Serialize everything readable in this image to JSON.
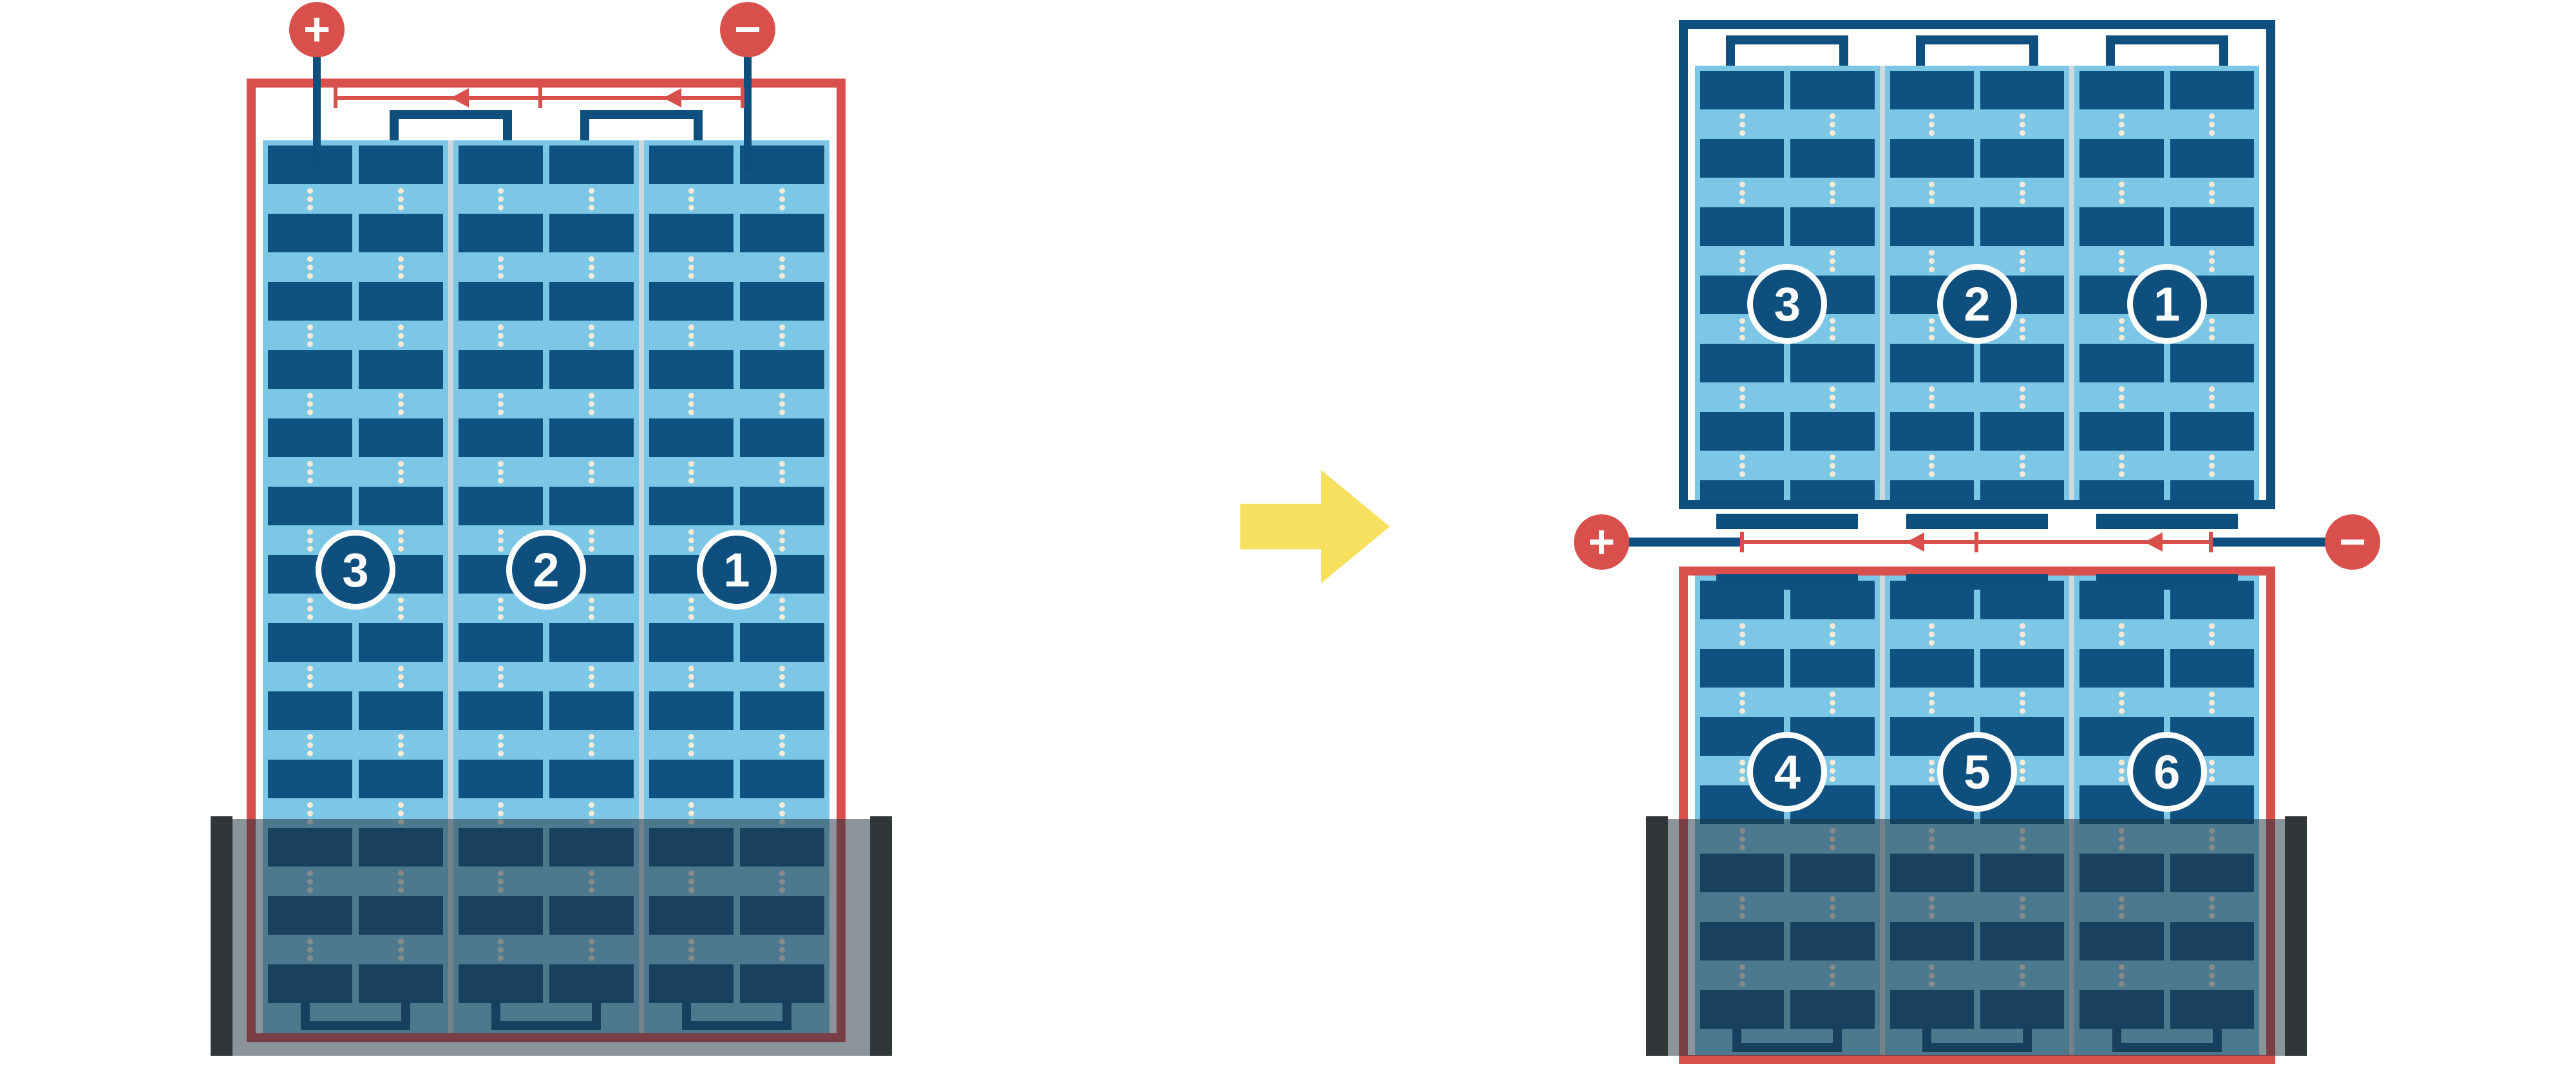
{
  "diagram": {
    "terminals": {
      "plus": "+",
      "minus": "−"
    },
    "modules": {
      "left_module": {
        "string_labels": [
          "3",
          "2",
          "1"
        ],
        "columns": 3,
        "rows": 13
      },
      "right_top_module": {
        "string_labels": [
          "3",
          "2",
          "1"
        ],
        "columns": 3,
        "rows": 7
      },
      "right_bottom_module": {
        "string_labels": [
          "4",
          "5",
          "6"
        ],
        "columns": 3,
        "rows": 7
      }
    },
    "colors": {
      "red": "#d94f4b",
      "navy": "#0e4f7e",
      "cell": "#0f5282",
      "sky": "#7cc7e5",
      "divider": "#ccd8dd",
      "dot": "#f7ead6",
      "shade": "rgba(34,50,64,0.52)",
      "bar": "#313638",
      "yellow": "#f7e05e",
      "white": "#ffffff"
    }
  }
}
